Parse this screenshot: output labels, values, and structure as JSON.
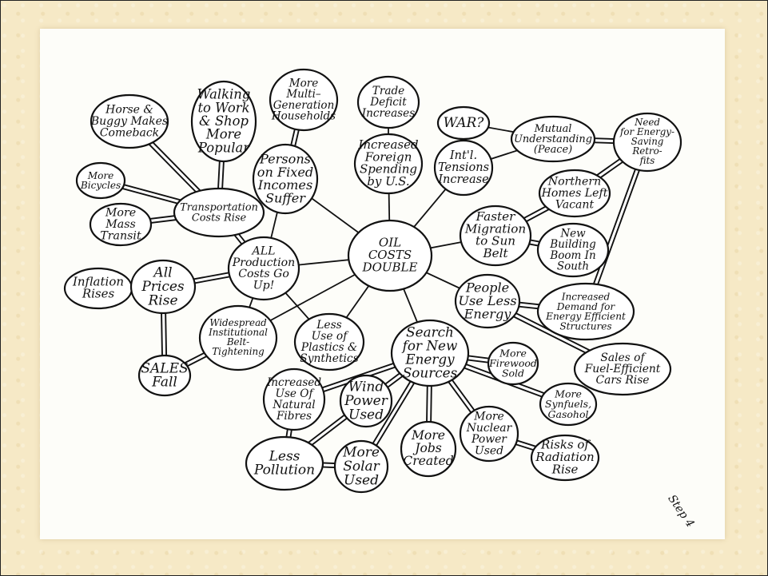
{
  "colors": {
    "background": "#f6e9c6",
    "paper": "#fdfdf9",
    "ink": "#111111"
  },
  "center": {
    "label": [
      "OIL",
      "COSTS",
      "DOUBLE"
    ]
  },
  "nodes": {
    "horse": [
      "Horse &",
      "Buggy Makes",
      "Comeback"
    ],
    "walking": [
      "Walking",
      "to Work",
      "& Shop",
      "More",
      "Popular"
    ],
    "multigen": [
      "More",
      "Multi–",
      "Generation",
      "Households"
    ],
    "trade": [
      "Trade",
      "Deficit",
      "Increases"
    ],
    "war": [
      "WAR?"
    ],
    "mutual": [
      "Mutual",
      "Understanding",
      "(Peace)"
    ],
    "retrofits": [
      "Need",
      "for Energy-",
      "Saving",
      "Retro-",
      "fits"
    ],
    "bicycles": [
      "More",
      "Bicycles"
    ],
    "fixed": [
      "Persons",
      "on Fixed",
      "Incomes",
      "Suffer"
    ],
    "foreign": [
      "Increased",
      "Foreign",
      "Spending",
      "by U.S."
    ],
    "tensions": [
      "Int'l.",
      "Tensions",
      "Increase"
    ],
    "northern": [
      "Northern",
      "Homes Left",
      "Vacant"
    ],
    "transport": [
      "Transportation",
      "Costs Rise"
    ],
    "transit": [
      "More",
      "Mass",
      "Transit"
    ],
    "migration": [
      "Faster",
      "Migration",
      "to Sun",
      "Belt"
    ],
    "boom": [
      "New",
      "Building",
      "Boom In",
      "South"
    ],
    "production": [
      "ALL",
      "Production",
      "Costs Go",
      "Up!"
    ],
    "inflation": [
      "Inflation",
      "Rises"
    ],
    "prices": [
      "All",
      "Prices",
      "Rise"
    ],
    "people": [
      "People",
      "Use Less",
      "Energy"
    ],
    "demand": [
      "Increased",
      "Demand for",
      "Energy Efficient",
      "Structures"
    ],
    "belt": [
      "Widespread",
      "Institutional",
      "Belt-",
      "Tightening"
    ],
    "plastics": [
      "Less",
      "Use of",
      "Plastics &",
      "Synthetics"
    ],
    "search": [
      "Search",
      "for New",
      "Energy",
      "Sources"
    ],
    "firewood": [
      "More",
      "Firewood",
      "Sold"
    ],
    "fuelcars": [
      "Sales of",
      "Fuel-Efficient",
      "Cars Rise"
    ],
    "sales": [
      "SALES",
      "Fall"
    ],
    "fibres": [
      "Increased",
      "Use Of",
      "Natural",
      "Fibres"
    ],
    "wind": [
      "Wind",
      "Power",
      "Used"
    ],
    "synfuels": [
      "More",
      "Synfuels,",
      "Gasohol"
    ],
    "nuclear": [
      "More",
      "Nuclear",
      "Power",
      "Used"
    ],
    "jobs": [
      "More",
      "Jobs",
      "Created"
    ],
    "radiation": [
      "Risks of",
      "Radiation",
      "Rise"
    ],
    "pollution": [
      "Less",
      "Pollution"
    ],
    "solar": [
      "More",
      "Solar",
      "Used"
    ]
  },
  "step_label": "Step 4"
}
